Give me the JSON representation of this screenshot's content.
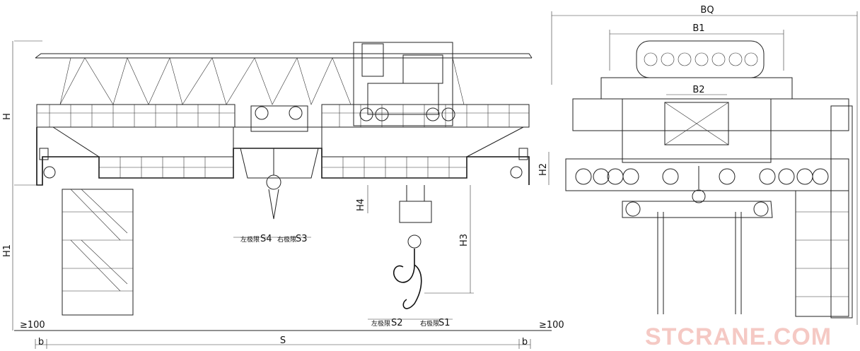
{
  "dimensions": {
    "H": "H",
    "H1": "H1",
    "H2": "H2",
    "H3": "H3",
    "H4": "H4",
    "S": "S",
    "b_left": "b",
    "b_right": "b",
    "gt100_left": "≥100",
    "gt100_right": "≥100",
    "BQ": "BQ",
    "B1": "B1",
    "B2": "B2"
  },
  "hook_limits": {
    "S4_prefix": "左极限",
    "S4": "S4",
    "S3_prefix": "右极限",
    "S3": "S3",
    "S2_prefix": "左极限",
    "S2": "S2",
    "S1_prefix": "右极限",
    "S1": "S1"
  },
  "watermark": "STCRANE.COM"
}
